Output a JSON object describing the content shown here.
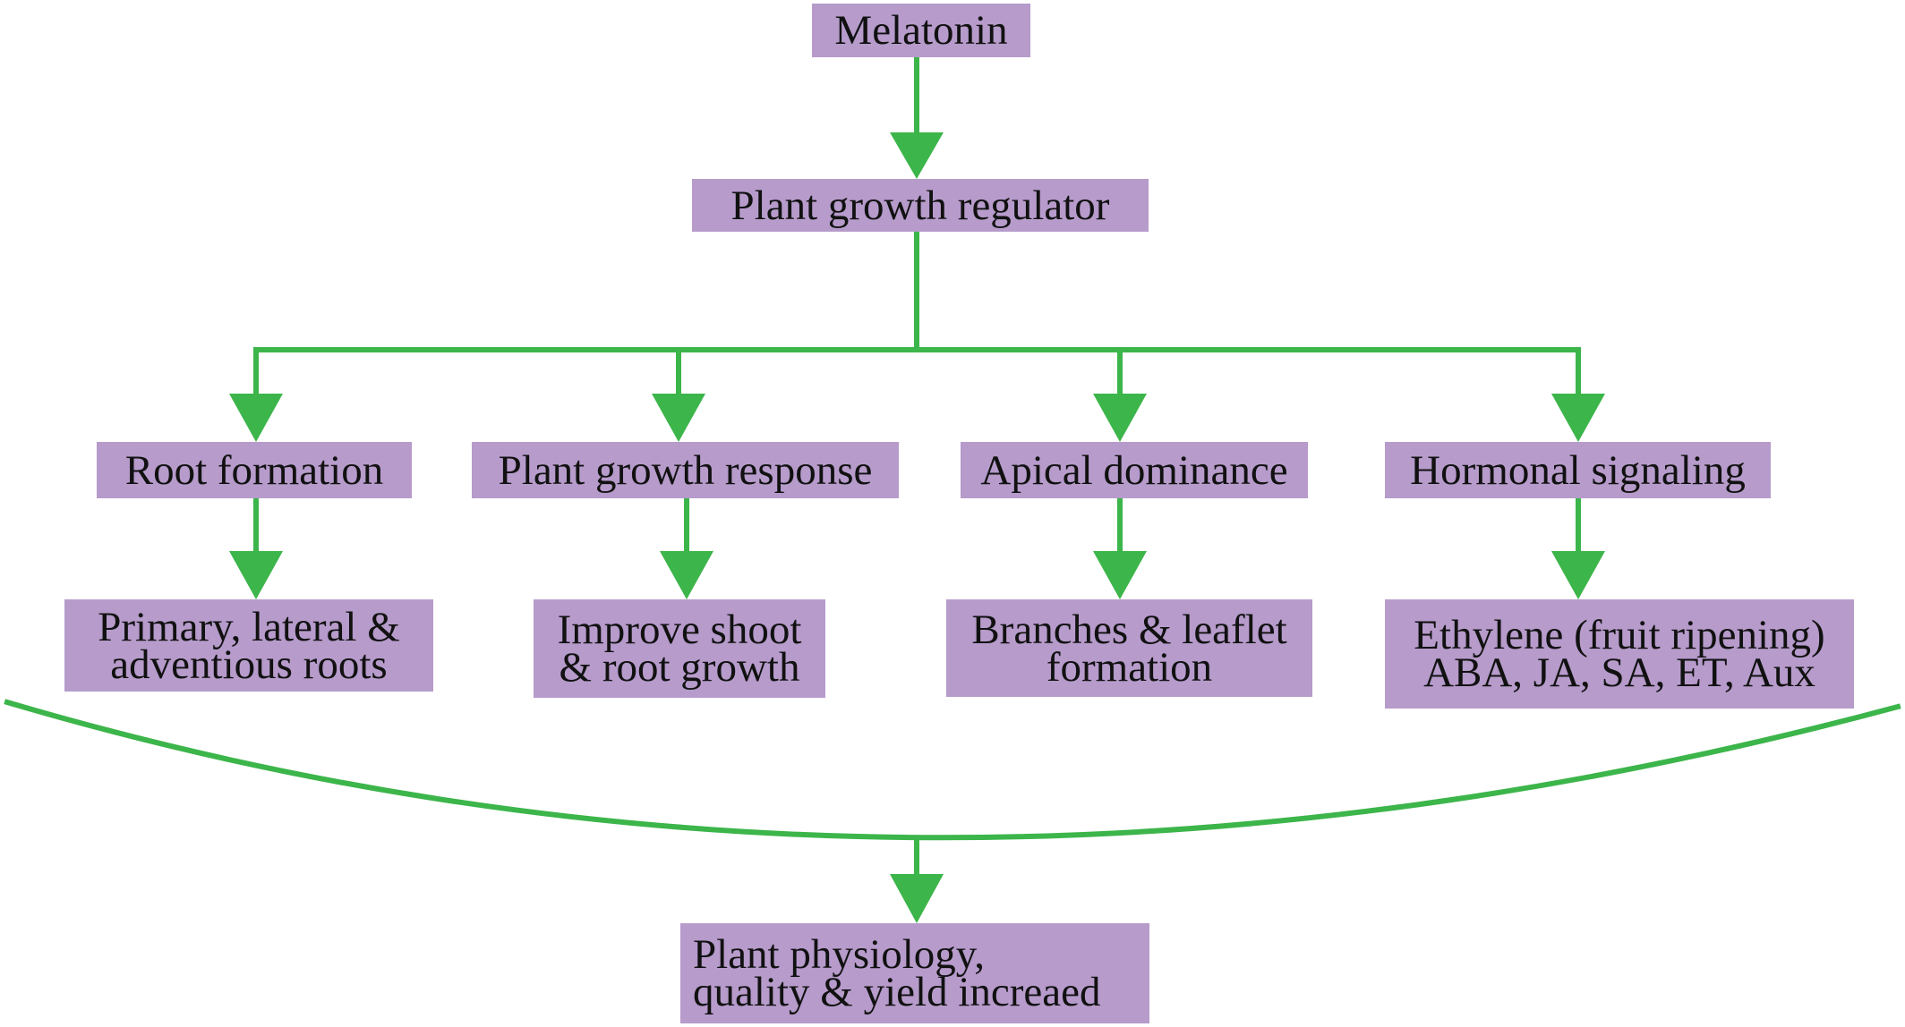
{
  "colors": {
    "box_fill": "#b69bcb",
    "arrow": "#3cb54a",
    "text": "#111111",
    "background": "#ffffff"
  },
  "nodes": {
    "melatonin": "Melatonin",
    "regulator": "Plant growth regulator",
    "root_formation": "Root formation",
    "growth_response": "Plant growth response",
    "apical_dominance": "Apical dominance",
    "hormonal_signaling": "Hormonal signaling",
    "roots_detail": "Primary, lateral &\nadventious roots",
    "shoot_detail": "Improve shoot\n& root growth",
    "branches_detail": "Branches & leaflet\nformation",
    "ethylene_detail": "Ethylene (fruit ripening)\nABA, JA, SA, ET, Aux",
    "outcome": "Plant physiology,\nquality & yield increaed"
  }
}
